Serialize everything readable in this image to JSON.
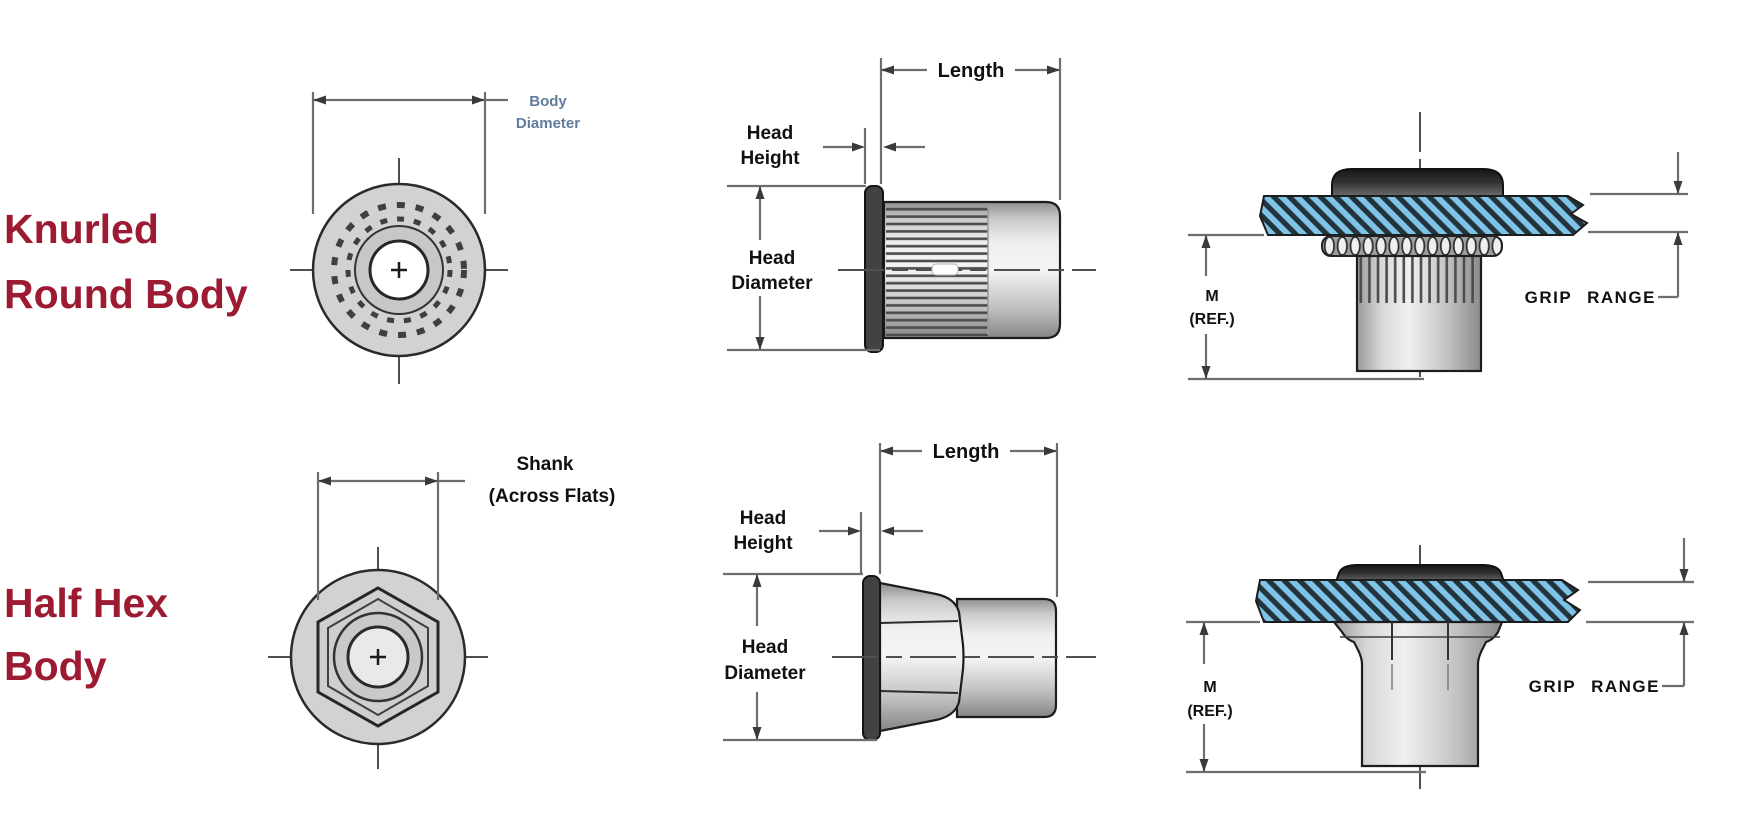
{
  "colors": {
    "title": "#9c1b33",
    "body_diameter_label": "#607d9c",
    "plate_blue": "#7ec4e8",
    "hatch_dark": "#22333c",
    "dim_line": "#6e6e6e",
    "label": "#101010"
  },
  "row1": {
    "title_line1": "Knurled",
    "title_line2": "Round Body",
    "front": {
      "dim_line1": "Body",
      "dim_line2": "Diameter"
    },
    "side": {
      "length": "Length",
      "head_height_line1": "Head",
      "head_height_line2": "Height",
      "head_diameter_line1": "Head",
      "head_diameter_line2": "Diameter"
    },
    "installed": {
      "m_line1": "M",
      "m_line2": "(REF.)",
      "grip_range": "GRIP RANGE"
    }
  },
  "row2": {
    "title_line1": "Half Hex",
    "title_line2": "Body",
    "front": {
      "dim_line1": "Shank",
      "dim_line2": "(Across Flats)"
    },
    "side": {
      "length": "Length",
      "head_height_line1": "Head",
      "head_height_line2": "Height",
      "head_diameter_line1": "Head",
      "head_diameter_line2": "Diameter"
    },
    "installed": {
      "m_line1": "M",
      "m_line2": "(REF.)",
      "grip_range": "GRIP RANGE"
    }
  }
}
